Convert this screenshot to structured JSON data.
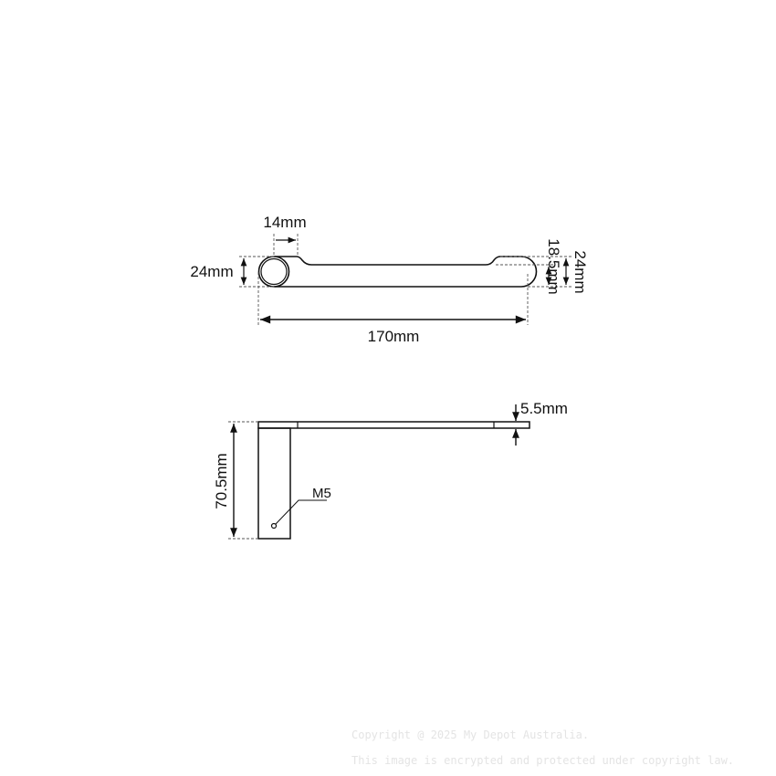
{
  "top_view": {
    "dim_neck_width": "14mm",
    "dim_height_left": "24mm",
    "dim_total_length": "170mm",
    "dim_inner_height": "18.5mm",
    "dim_height_right": "24mm"
  },
  "side_view": {
    "dim_thickness": "5.5mm",
    "dim_arm_height": "70.5mm",
    "hole_label": "M5"
  },
  "watermark": {
    "line1": "Copyright @ 2025 My Depot Australia.",
    "line2": "This image is encrypted and protected under copyright law."
  },
  "colors": {
    "line": "#111111",
    "watermark": "#e4e4e4"
  }
}
